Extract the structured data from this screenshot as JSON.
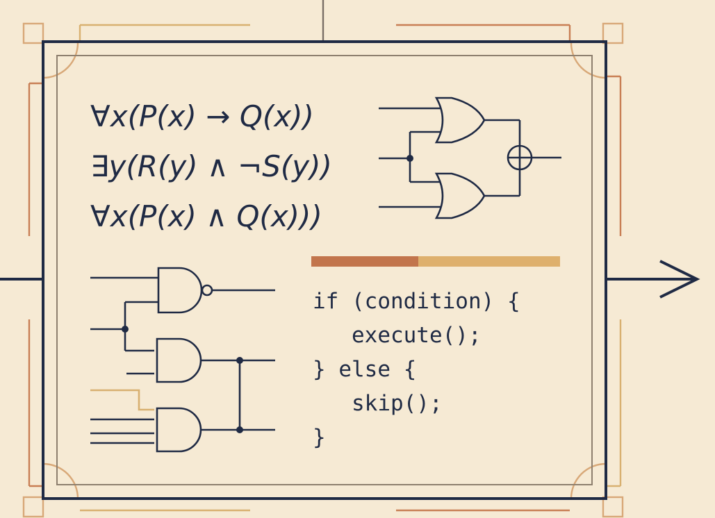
{
  "colors": {
    "background": "#f6ead4",
    "ink": "#1f2a44",
    "trace_orange": "#c87e54",
    "trace_tan": "#d8b070",
    "bar_rust": "#c2754c",
    "bar_gold": "#deb06d"
  },
  "formulas": [
    "∀x(P(x) → Q(x))",
    "∃y(R(y) ∧ ¬S(y))",
    "∀x(P(x) ∧ Q(x)))"
  ],
  "code_lines": [
    "if (condition) {",
    "   execute();",
    "} else {",
    "   skip();",
    "}"
  ],
  "gates": {
    "top": [
      "or-gate",
      "or-gate",
      "xor-symbol"
    ],
    "bottom": [
      "nand-gate",
      "and-gate",
      "and-gate"
    ]
  },
  "icons": [
    "output-arrow-icon"
  ]
}
